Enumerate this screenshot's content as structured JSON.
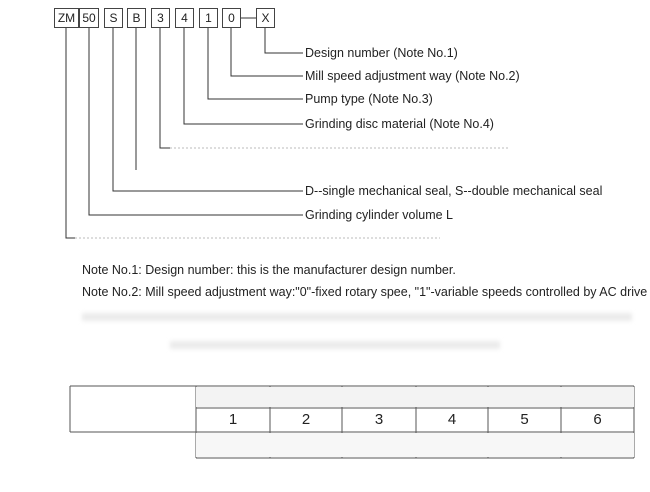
{
  "code": {
    "boxes": [
      "ZM",
      "50",
      "S",
      "B",
      "3",
      "4",
      "1",
      "0",
      "X"
    ],
    "dash": "—"
  },
  "labels": {
    "design_number": "Design number (Note No.1)",
    "mill_speed": "Mill speed adjustment way (Note No.2)",
    "pump_type": "Pump type (Note No.3)",
    "grinding_disc": "Grinding disc material (Note No.4)",
    "seal": "D--single mechanical seal, S--double mechanical seal",
    "cylinder_volume": "Grinding cylinder volume  L"
  },
  "notes": {
    "note1": "Note No.1: Design number: this is the manufacturer design number.",
    "note2": "Note No.2: Mill speed adjustment way:\"0\"-fixed rotary spee, \"1\"-variable speeds controlled by AC drive"
  },
  "table": {
    "columns": [
      "1",
      "2",
      "3",
      "4",
      "5",
      "6"
    ]
  }
}
